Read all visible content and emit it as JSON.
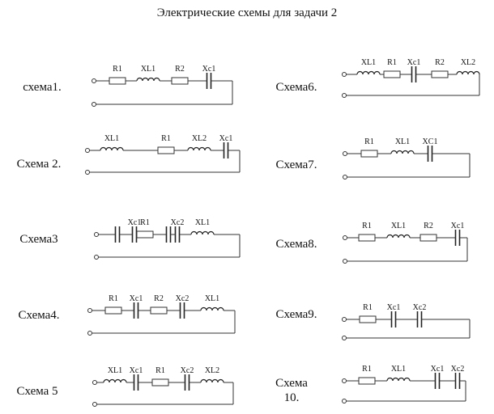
{
  "title": "Электрические схемы для задачи 2",
  "schemes": [
    {
      "label": "схема1.",
      "components": [
        [
          "R",
          "R1"
        ],
        [
          "L",
          "XL1"
        ],
        [
          "R",
          "R2"
        ],
        [
          "C",
          "Xc1"
        ]
      ]
    },
    {
      "label": "Схема 2.",
      "components": [
        [
          "L",
          "XL1"
        ],
        [
          "R",
          "R1"
        ],
        [
          "L",
          "XL2"
        ],
        [
          "C",
          "Xc1"
        ]
      ]
    },
    {
      "label": "Схема3",
      "components": [
        [
          "C",
          ""
        ],
        [
          "C",
          "Xc1"
        ],
        [
          "R",
          "R1"
        ],
        [
          "C",
          ""
        ],
        [
          "C",
          "Xc2"
        ],
        [
          "L",
          "XL1"
        ]
      ]
    },
    {
      "label": "Схема4.",
      "components": [
        [
          "R",
          "R1"
        ],
        [
          "C",
          "Xc1"
        ],
        [
          "R",
          "R2"
        ],
        [
          "C",
          "Xc2"
        ],
        [
          "L",
          "XL1"
        ]
      ]
    },
    {
      "label": "Схема 5",
      "components": [
        [
          "L",
          "XL1"
        ],
        [
          "C",
          "Xc1"
        ],
        [
          "R",
          "R1"
        ],
        [
          "C",
          "Xc2"
        ],
        [
          "L",
          "XL2"
        ]
      ]
    },
    {
      "label": "Схема6.",
      "components": [
        [
          "L",
          "XL1"
        ],
        [
          "R",
          "R1"
        ],
        [
          "C",
          "Xc1"
        ],
        [
          "R",
          "R2"
        ],
        [
          "L",
          "XL2"
        ]
      ]
    },
    {
      "label": "Схема7.",
      "components": [
        [
          "R",
          "R1"
        ],
        [
          "L",
          "XL1"
        ],
        [
          "C",
          "XC1"
        ]
      ]
    },
    {
      "label": "Схема8.",
      "components": [
        [
          "R",
          "R1"
        ],
        [
          "L",
          "XL1"
        ],
        [
          "R",
          "R2"
        ],
        [
          "C",
          "Xc1"
        ]
      ]
    },
    {
      "label": "Схема9.",
      "components": [
        [
          "R",
          "R1"
        ],
        [
          "C",
          "Xc1"
        ],
        [
          "C",
          "Xc2"
        ]
      ]
    },
    {
      "label": "Схема 10.",
      "components": [
        [
          "R",
          "R1"
        ],
        [
          "L",
          "XL1"
        ],
        [
          "C",
          "Xc1"
        ],
        [
          "C",
          "Xc2"
        ]
      ]
    }
  ]
}
